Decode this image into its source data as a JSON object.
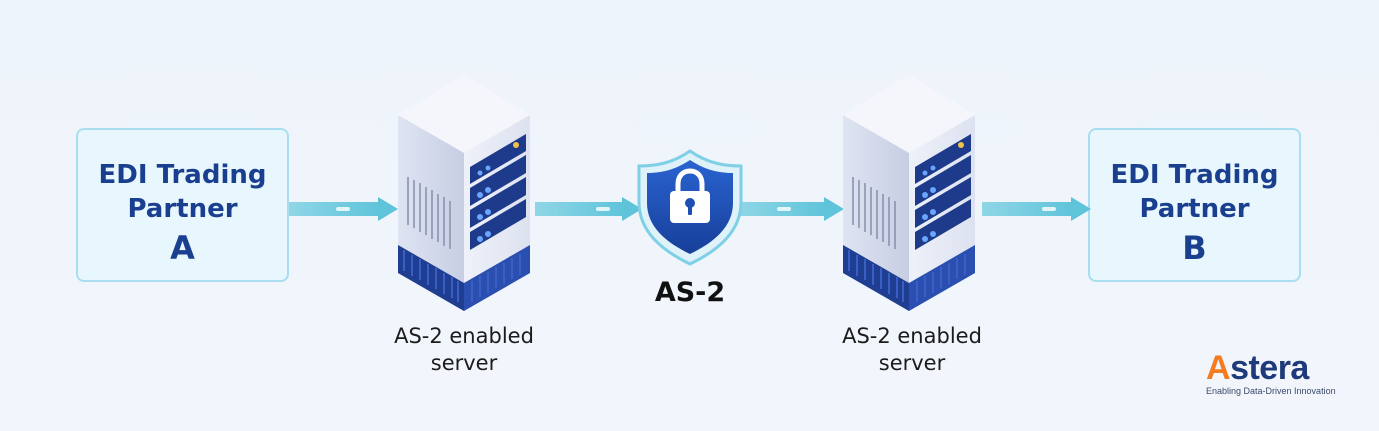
{
  "partners": [
    {
      "title": "EDI Trading Partner",
      "letter": "A"
    },
    {
      "title": "EDI Trading Partner",
      "letter": "B"
    }
  ],
  "servers": [
    {
      "label": "AS-2 enabled server"
    },
    {
      "label": "AS-2 enabled server"
    }
  ],
  "security": {
    "label": "AS-2",
    "icon": "shield-lock-icon"
  },
  "logo": {
    "word_first": "A",
    "word_rest": "stera",
    "tagline": "Enabling Data-Driven Innovation"
  },
  "colors": {
    "partner_text": "#1a3f8f",
    "arrow": "#6cc8dc",
    "shield": "#1d4fb4",
    "server_blue": "#1e3a8a",
    "logo_accent": "#f47b20"
  }
}
